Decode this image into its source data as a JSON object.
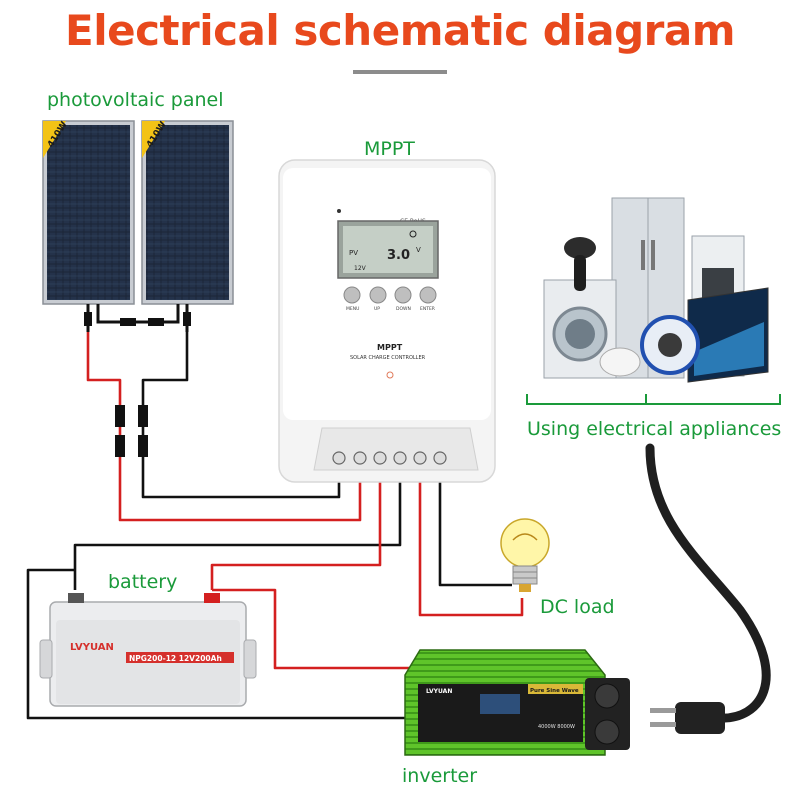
{
  "title": "Electrical schematic diagram",
  "labels": {
    "pv": "photovoltaic panel",
    "mppt": "MPPT",
    "appliances": "Using electrical appliances",
    "battery": "battery",
    "dc_load": "DC load",
    "inverter": "inverter"
  },
  "panel": {
    "rating": "410W"
  },
  "controller": {
    "brand_text": "MPPT",
    "subtitle": "SOLAR CHARGE CONTROLLER",
    "cert": "CE RoHS",
    "lcd_value": "3.0",
    "lcd_unit": "V",
    "lcd_pv": "PV",
    "lcd_voltage": "12V",
    "buttons": [
      "MENU",
      "UP",
      "DOWN",
      "ENTER"
    ]
  },
  "battery": {
    "brand": "LVYUAN",
    "model": "NPG200-12 12V200Ah"
  },
  "inverter": {
    "brand": "LVYUAN",
    "badge": "Pure Sine Wave",
    "rating": "4000W 8000W"
  },
  "colors": {
    "title": "#e8491d",
    "label": "#1a9a3a",
    "wire_red": "#d42020",
    "wire_black": "#111111",
    "inverter_green": "#5fc42a"
  }
}
